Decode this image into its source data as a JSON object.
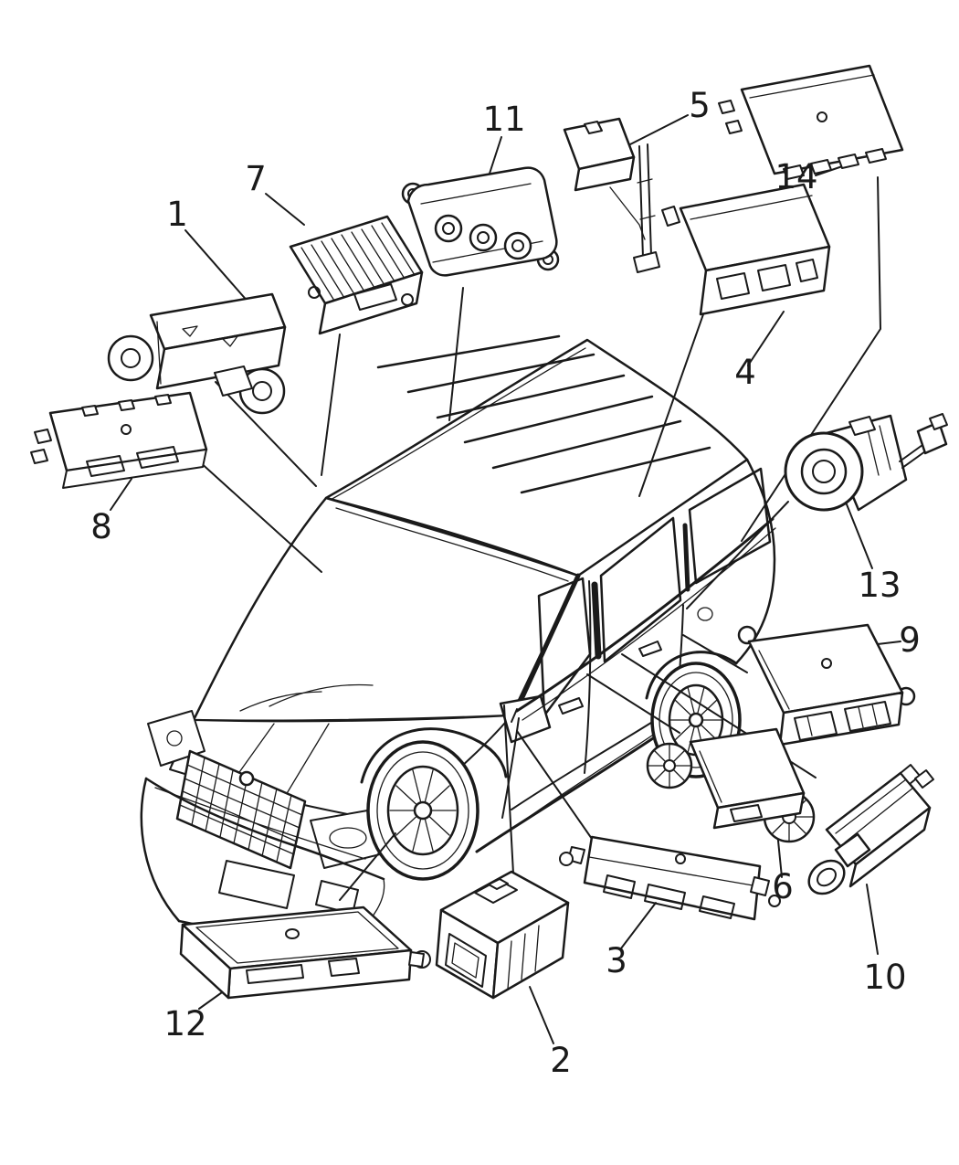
{
  "figure": {
    "background_color": "#ffffff",
    "line_color": "#1a1a1a",
    "callout_count": "14"
  },
  "callouts": [
    {
      "label": "1"
    },
    {
      "label": "2"
    },
    {
      "label": "3"
    },
    {
      "label": "4"
    },
    {
      "label": "5"
    },
    {
      "label": "6"
    },
    {
      "label": "7"
    },
    {
      "label": "8"
    },
    {
      "label": "9"
    },
    {
      "label": "10"
    },
    {
      "label": "11"
    },
    {
      "label": "12"
    },
    {
      "label": "13"
    },
    {
      "label": "14"
    }
  ]
}
